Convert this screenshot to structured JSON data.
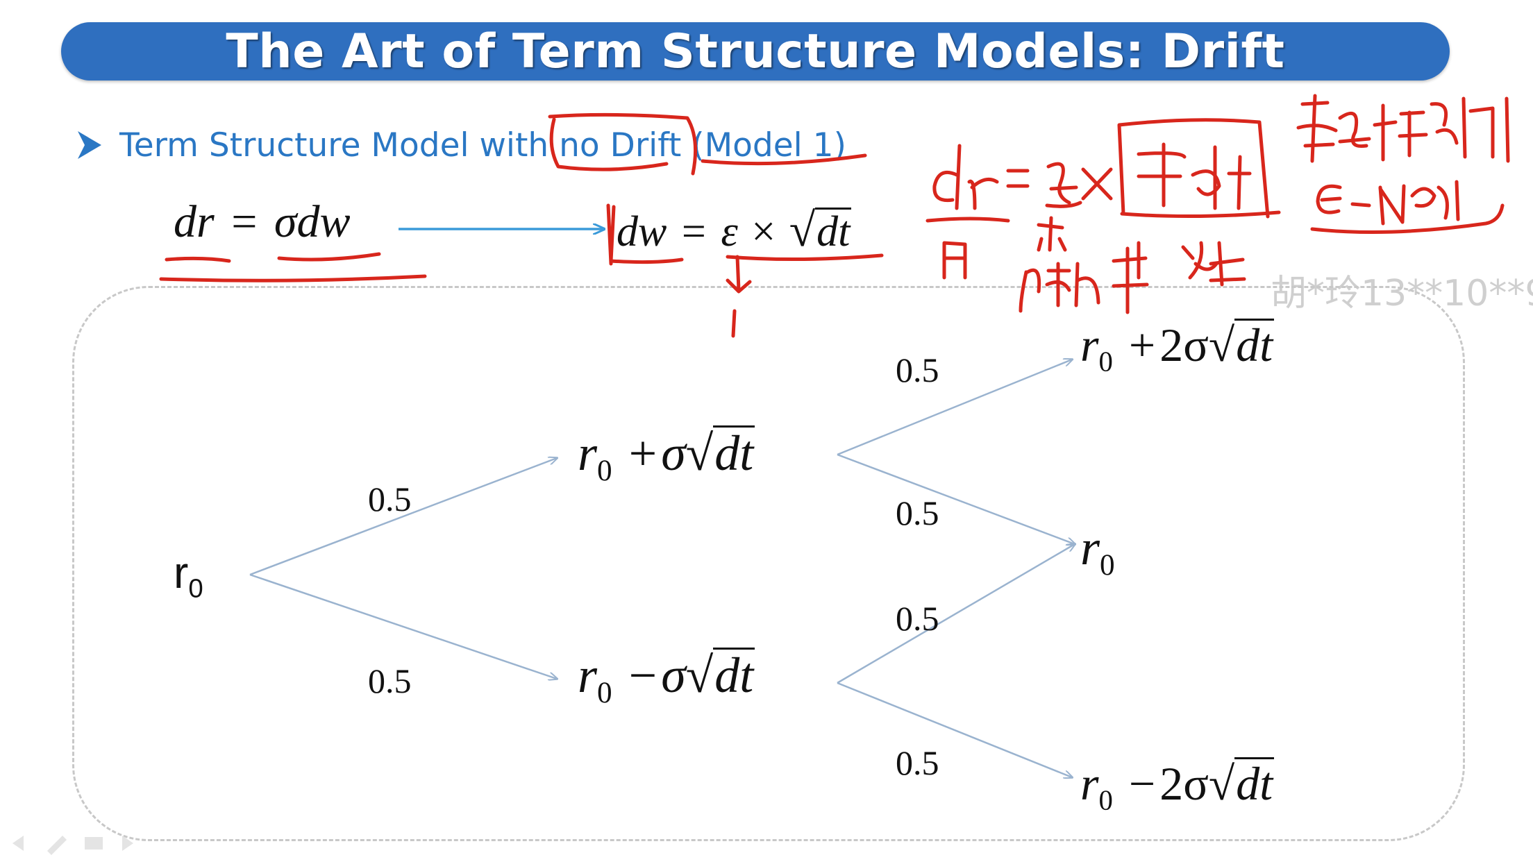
{
  "slide": {
    "title": "The Art of Term Structure Models: Drift",
    "bullet": "Term Structure Model with no Drift (Model 1)"
  },
  "equations": {
    "model": {
      "lhs": "dr",
      "eq": "=",
      "sigma": "σ",
      "dw": "dw"
    },
    "shock": {
      "dw": "dw",
      "eq": "=",
      "epsilon": "ε",
      "times": "×",
      "radicand": "dt"
    }
  },
  "tree": {
    "root": {
      "r": "r",
      "sub": "0"
    },
    "nodes": {
      "up": {
        "r": "r",
        "sub": "0",
        "op": "+",
        "coef": "σ",
        "radicand": "dt"
      },
      "down": {
        "r": "r",
        "sub": "0",
        "op": "−",
        "coef": "σ",
        "radicand": "dt"
      },
      "upup": {
        "r": "r",
        "sub": "0",
        "op": "+",
        "coef": "2σ",
        "radicand": "dt"
      },
      "mid": {
        "r": "r",
        "sub": "0"
      },
      "downdown": {
        "r": "r",
        "sub": "0",
        "op": "−",
        "coef": "2σ",
        "radicand": "dt"
      }
    },
    "probabilities": [
      "0.5",
      "0.5",
      "0.5",
      "0.5",
      "0.5",
      "0.5"
    ]
  },
  "watermark": "胡*玲13**10**9",
  "colors": {
    "title_bar": "#2f6fbf",
    "bullet_text": "#2a77c4",
    "tree_arrow": "#9ab3cf",
    "long_arrow": "#3a9ad9",
    "ink": "#d8261c"
  },
  "icons": {
    "bullet": "arrowhead-bullet-icon"
  }
}
